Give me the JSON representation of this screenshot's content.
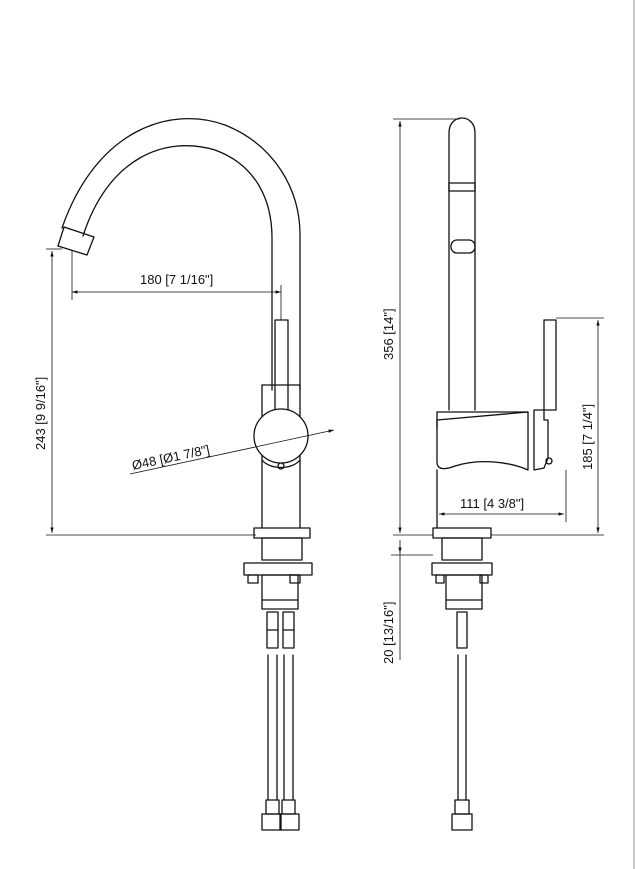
{
  "dimensions": {
    "spout_reach": "180 [7 1/16\"]",
    "spout_height": "243 [9 9/16\"]",
    "body_diameter": "Ø48 [Ø1 7/8\"]",
    "total_height": "356 [14\"]",
    "handle_height": "185 [7 1/4\"]",
    "body_depth": "111 [4 3/8\"]",
    "max_deck_thickness": "20 [13/16\"]"
  },
  "colors": {
    "line": "#111111",
    "background": "#ffffff"
  }
}
